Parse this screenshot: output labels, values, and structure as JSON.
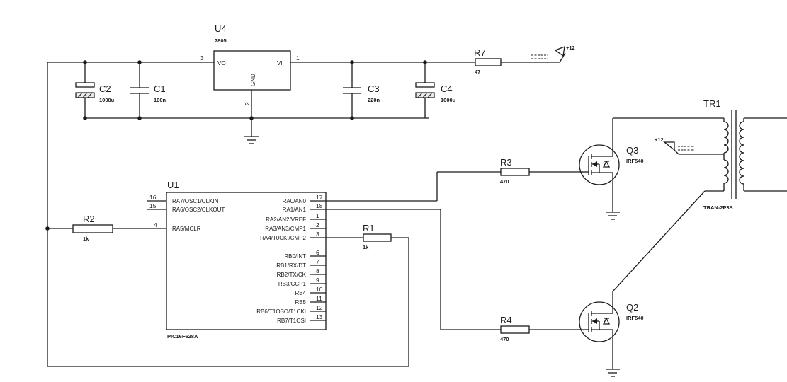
{
  "u4": {
    "ref": "U4",
    "part": "7805",
    "pin_vo": "VO",
    "pin_vi": "VI",
    "pin_gnd": "GND",
    "num_vo": "3",
    "num_vi": "1",
    "num_gnd": "2"
  },
  "c1": {
    "ref": "C1",
    "value": "100n"
  },
  "c2": {
    "ref": "C2",
    "value": "1000u"
  },
  "c3": {
    "ref": "C3",
    "value": "220n"
  },
  "c4": {
    "ref": "C4",
    "value": "1000u"
  },
  "r1": {
    "ref": "R1",
    "value": "1k"
  },
  "r2": {
    "ref": "R2",
    "value": "1k"
  },
  "r3": {
    "ref": "R3",
    "value": "470"
  },
  "r4": {
    "ref": "R4",
    "value": "470"
  },
  "r7": {
    "ref": "R7",
    "value": "47"
  },
  "q2": {
    "ref": "Q2",
    "part": "IRF540"
  },
  "q3": {
    "ref": "Q3",
    "part": "IRF540"
  },
  "tr1": {
    "ref": "TR1",
    "part": "TRAN-2P3S"
  },
  "power": {
    "vcc_top": "+12",
    "vcc_mid": "+12"
  },
  "u1": {
    "ref": "U1",
    "part": "PIC16F628A",
    "left_pins": [
      {
        "num": "16",
        "label": "RA7/OSC1/CLKIN"
      },
      {
        "num": "15",
        "label": "RA6/OSC2/CLKOUT"
      },
      {
        "num": "4",
        "label": "RA5/MCLR"
      }
    ],
    "right_pins": [
      {
        "num": "17",
        "label": "RA0/AN0"
      },
      {
        "num": "18",
        "label": "RA1/AN1"
      },
      {
        "num": "1",
        "label": "RA2/AN2/VREF"
      },
      {
        "num": "2",
        "label": "RA3/AN3/CMP1"
      },
      {
        "num": "3",
        "label": "RA4/T0CKI/CMP2"
      },
      {
        "num": "6",
        "label": "RB0/INT"
      },
      {
        "num": "7",
        "label": "RB1/RX/DT"
      },
      {
        "num": "8",
        "label": "RB2/TX/CK"
      },
      {
        "num": "9",
        "label": "RB3/CCP1"
      },
      {
        "num": "10",
        "label": "RB4"
      },
      {
        "num": "11",
        "label": "RB5"
      },
      {
        "num": "12",
        "label": "RB6/T1OSO/T1CKI"
      },
      {
        "num": "13",
        "label": "RB7/T1OSI"
      }
    ]
  }
}
